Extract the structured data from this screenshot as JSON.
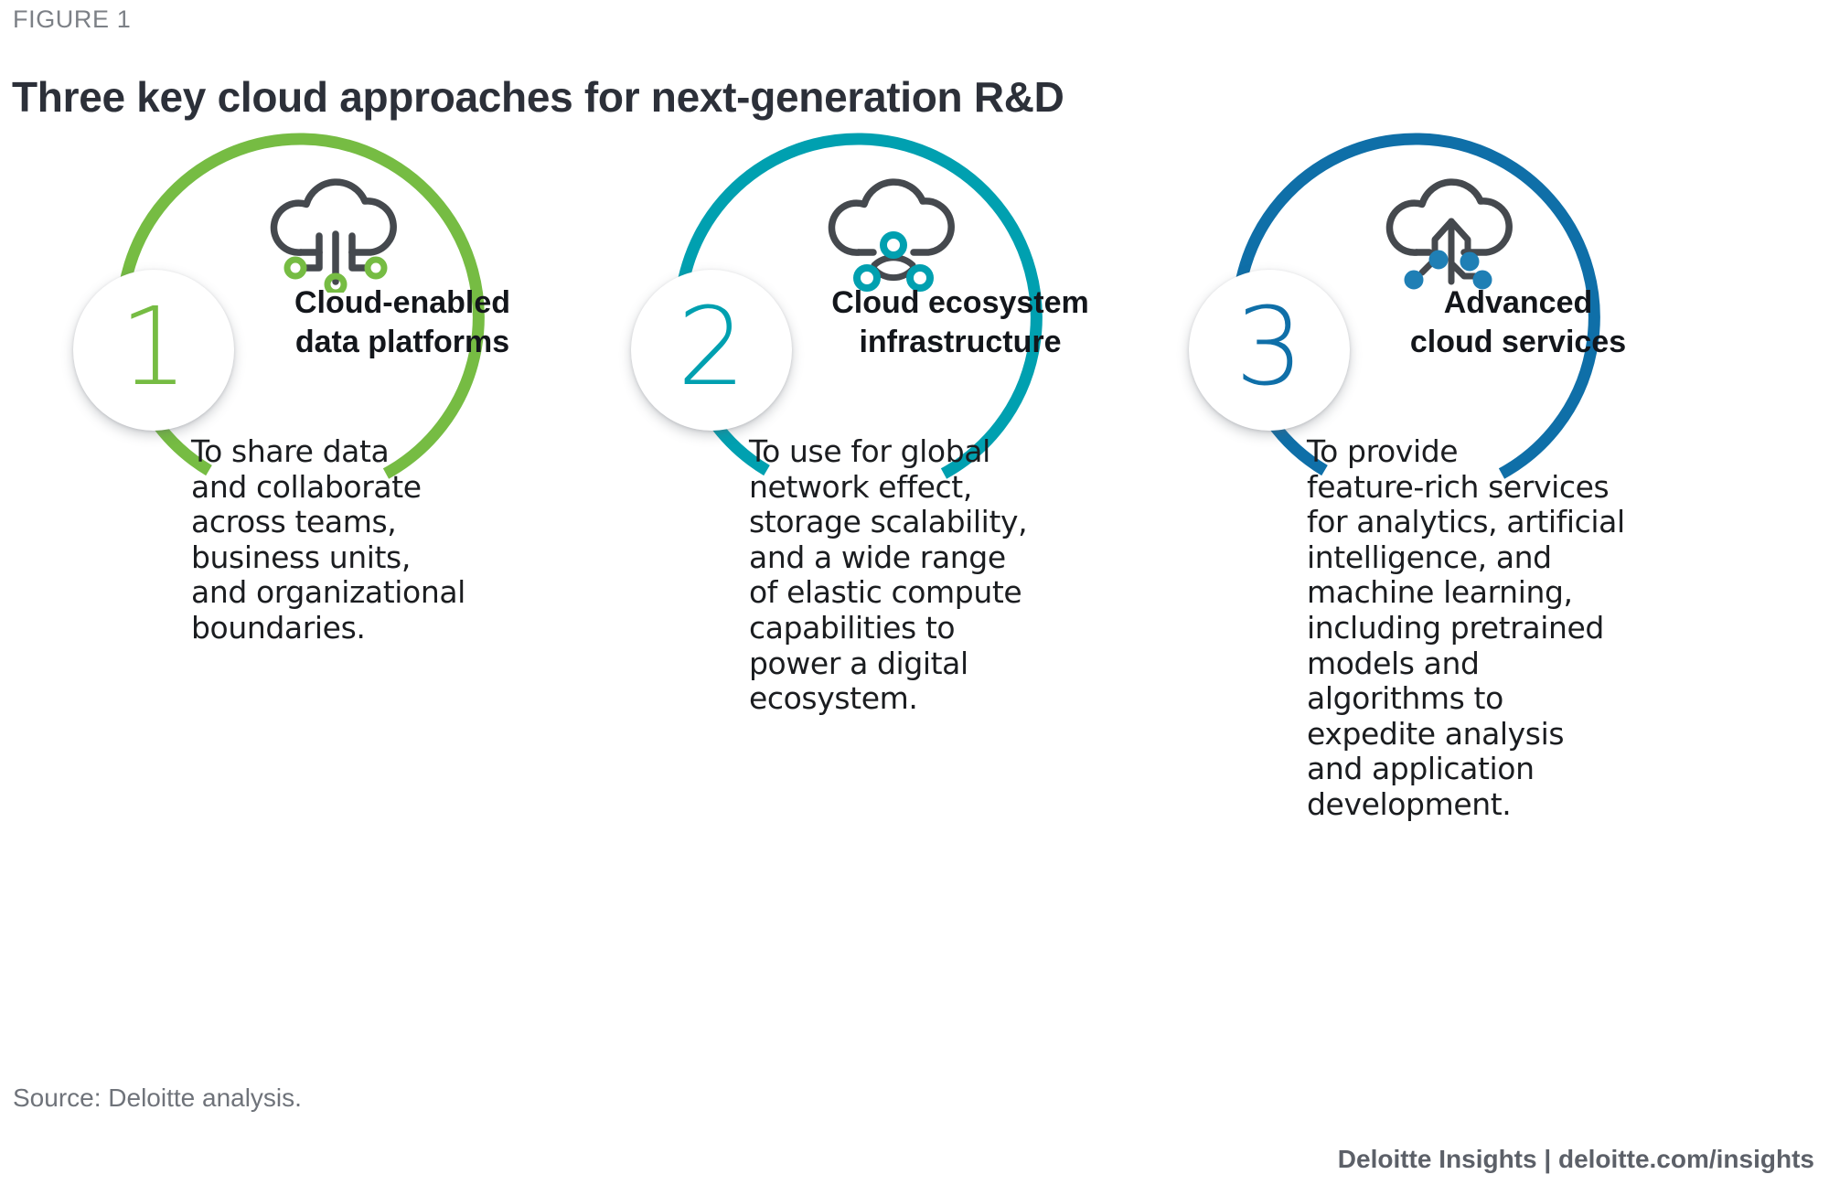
{
  "header": {
    "figure_label": "FIGURE 1",
    "title": "Three key cloud approaches for next-generation R&D"
  },
  "footer": {
    "source": "Source: Deloitte analysis.",
    "brand": "Deloitte Insights | deloitte.com/insights"
  },
  "colors": {
    "green": "#76bc43",
    "teal": "#00a0b0",
    "blue": "#0f6fa8",
    "icon_gray": "#45494e",
    "title": "#2c3039",
    "label_gray": "#7c8086",
    "body": "#1b1d20"
  },
  "panels": [
    {
      "number": "1",
      "color": "#76bc43",
      "icon": "cloud-data-platform-icon",
      "heading": "Cloud-enabled\ndata platforms",
      "heading_line1": "Cloud-enabled",
      "heading_line2": "data platforms",
      "body": "To share data and collaborate across teams, business units, and organizational boundaries.",
      "body_lines": [
        "To share data",
        "and collaborate",
        "across teams,",
        "business units,",
        "and organizational",
        "boundaries."
      ]
    },
    {
      "number": "2",
      "color": "#00a0b0",
      "icon": "cloud-network-nodes-icon",
      "heading": "Cloud ecosystem\ninfrastructure",
      "heading_line1": "Cloud ecosystem",
      "heading_line2": "infrastructure",
      "body": "To use for global network effect, storage scalability, and a wide range of elastic compute capabilities to power a digital ecosystem.",
      "body_lines": [
        "To use for global",
        "network effect,",
        "storage scalability,",
        "and a wide range",
        "of elastic compute",
        "capabilities to",
        "power a digital",
        "ecosystem."
      ]
    },
    {
      "number": "3",
      "color": "#0f6fa8",
      "icon": "cloud-circuit-branches-icon",
      "heading": "Advanced\ncloud services",
      "heading_line1": "Advanced",
      "heading_line2": "cloud services",
      "body": "To provide feature-rich services for analytics, artificial intelligence, and machine learning, including pretrained models and algorithms to expedite analysis and application development.",
      "body_lines": [
        "To provide",
        "feature-rich services",
        "for analytics, artificial",
        "intelligence, and",
        "machine learning,",
        "including pretrained",
        "models and",
        "algorithms to",
        "expedite analysis",
        "and application",
        "development."
      ]
    }
  ]
}
